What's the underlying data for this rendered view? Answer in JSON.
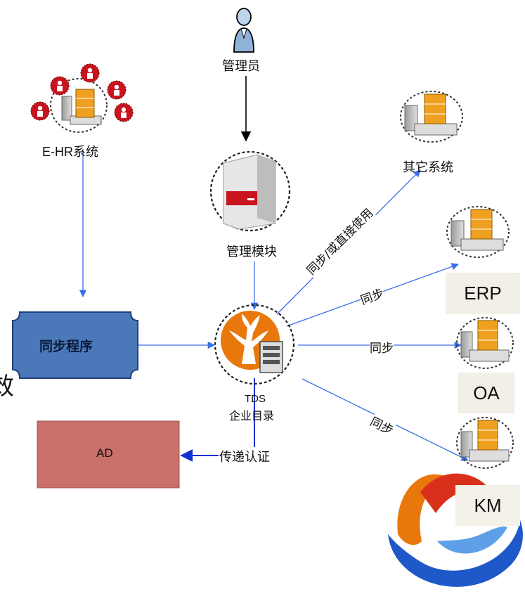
{
  "nodes": {
    "admin": {
      "label": "管理员"
    },
    "ehr": {
      "label": "E-HR系统"
    },
    "mgmt_module": {
      "label": "管理模块"
    },
    "other_systems": {
      "label": "其它系统"
    },
    "sync_program": {
      "label": "同步程序"
    },
    "tds": {
      "label_line1": "TDS",
      "label_line2": "企业目录"
    },
    "ad": {
      "label": "AD"
    },
    "erp": {
      "label": "ERP"
    },
    "oa": {
      "label": "OA"
    },
    "km": {
      "label": "KM"
    }
  },
  "edges": {
    "tds_other": {
      "label": "同步/或直接使用"
    },
    "tds_erp": {
      "label": "同步"
    },
    "tds_oa": {
      "label": "同步"
    },
    "tds_km": {
      "label": "同步"
    },
    "tds_ad": {
      "label": "传递认证"
    }
  },
  "fragments": {
    "left_edge_char": "效"
  },
  "colors": {
    "arrow_blue": "#3a6ee8",
    "arrow_dark_blue": "#1030d0",
    "sync_fill": "#4a78b8",
    "ad_fill": "#c9706a",
    "tds_orange": "#e8780c",
    "server_red": "#c8141e"
  }
}
